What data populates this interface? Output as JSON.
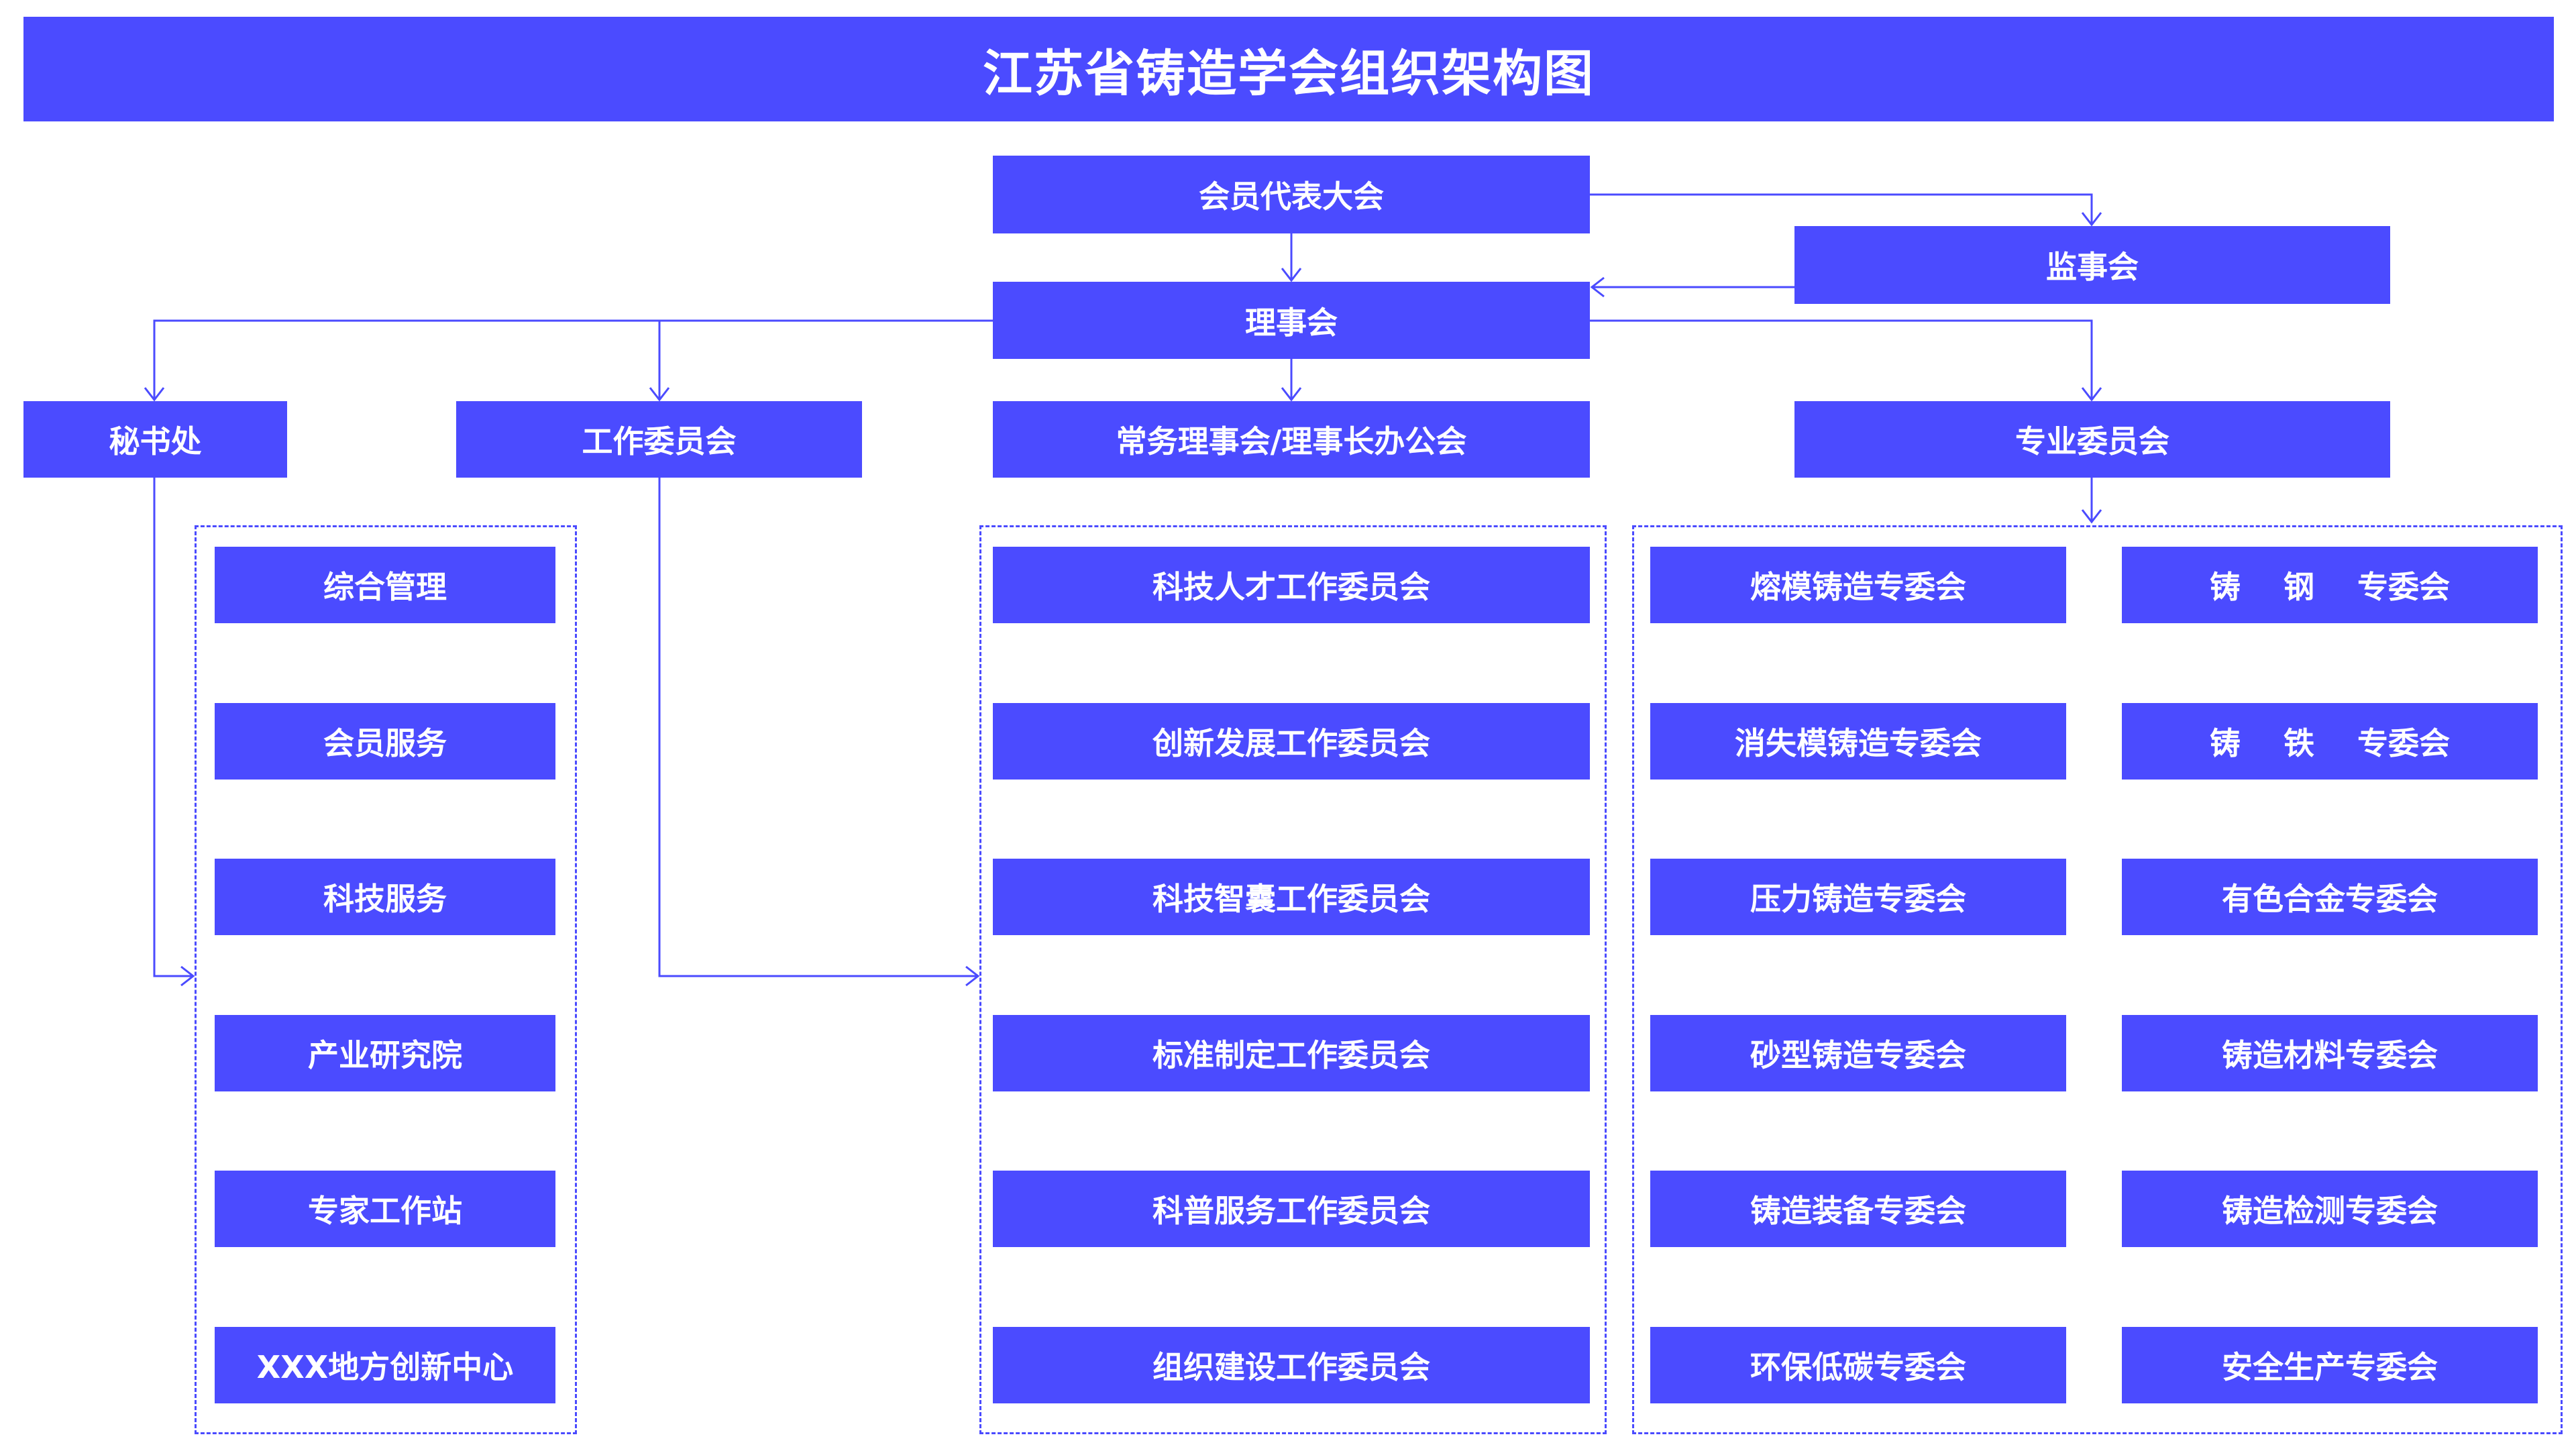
{
  "title": "江苏省铸造学会组织架构图",
  "colors": {
    "node_fill": "#4b4bff",
    "node_text": "#ffffff",
    "connector": "#4b4bff",
    "background": "#ffffff"
  },
  "nodes": {
    "congress": "会员代表大会",
    "supervisors": "监事会",
    "council": "理事会",
    "secretariat": "秘书处",
    "work_committees": "工作委员会",
    "standing_council": "常务理事会/理事长办公会",
    "professional_committees": "专业委员会"
  },
  "secretariat_items": [
    "综合管理",
    "会员服务",
    "科技服务",
    "产业研究院",
    "专家工作站",
    "XXX地方创新中心"
  ],
  "work_committee_items": [
    "科技人才工作委员会",
    "创新发展工作委员会",
    "科技智囊工作委员会",
    "标准制定工作委员会",
    "科普服务工作委员会",
    "组织建设工作委员会"
  ],
  "professional_items_left": [
    "熔模铸造专委会",
    "消失模铸造专委会",
    "压力铸造专委会",
    "砂型铸造专委会",
    "铸造装备专委会",
    "环保低碳专委会"
  ],
  "professional_items_right": [
    "铸    钢    专委会",
    "铸    铁    专委会",
    "有色合金专委会",
    "铸造材料专委会",
    "铸造检测专委会",
    "安全生产专委会"
  ]
}
